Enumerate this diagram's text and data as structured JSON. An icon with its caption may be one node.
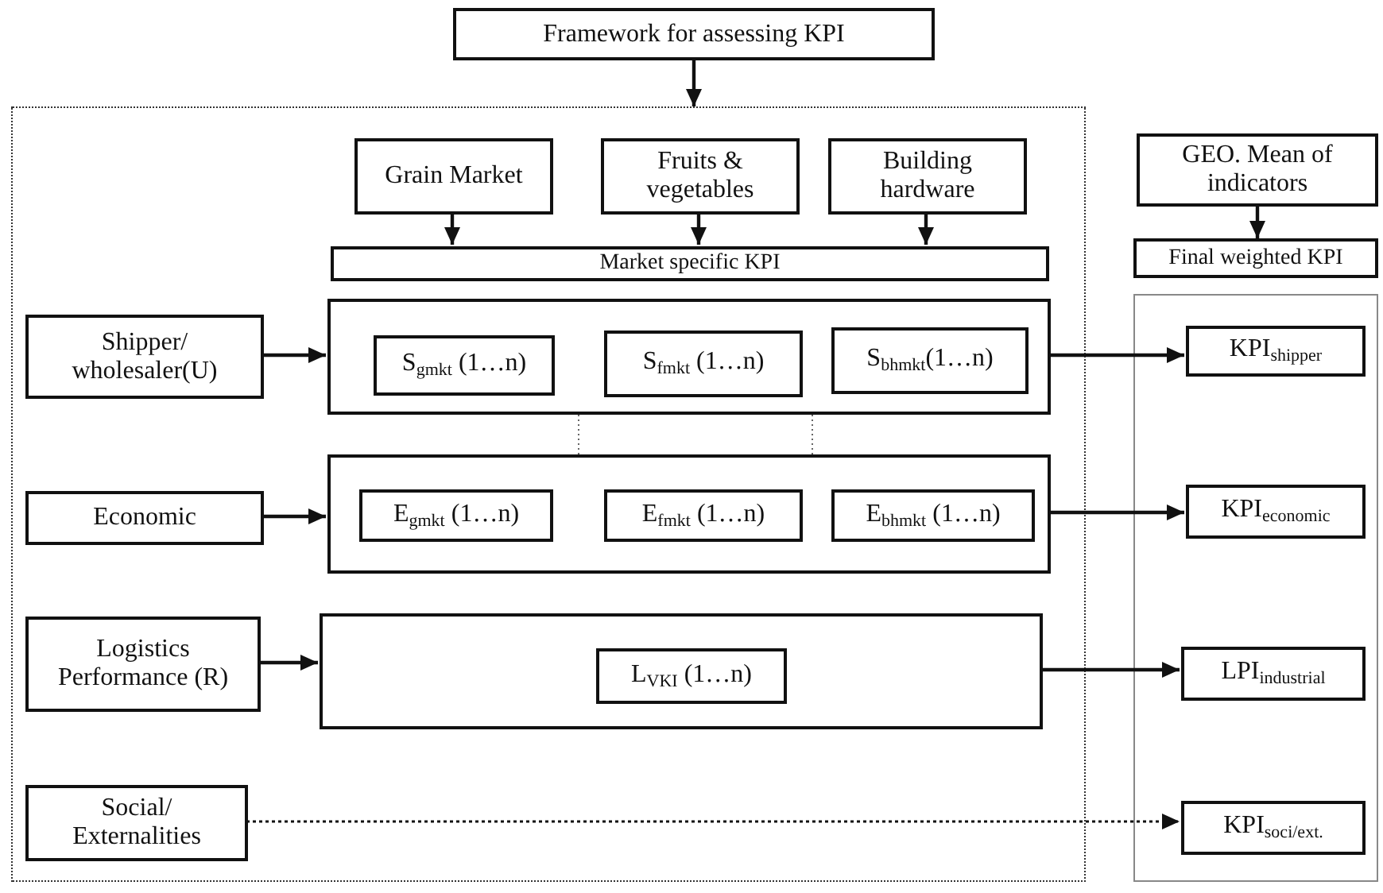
{
  "diagram": {
    "nodes": [
      {
        "text": [
          "Framework for assessing KPI"
        ]
      },
      {
        "text": [],
        "shape": "box"
      },
      {
        "text": [
          "Grain Market"
        ],
        "in": 1
      },
      {
        "text": [
          "Fruits & vegetables"
        ],
        "in": 1
      },
      {
        "text": [
          "Building hardware"
        ],
        "in": 1
      },
      {
        "text": [
          "Market specific KPI"
        ],
        "in": 1
      },
      {
        "text": [
          "Shipper/ wholesaler(U)"
        ],
        "in": 1
      },
      {
        "text": [],
        "shape": "box",
        "in": 1
      },
      {
        "text": [
          "S$_{gmkt}$ (1…n)"
        ],
        "in": 7
      },
      {
        "text": [
          "S$_{fmkt}$ (1…n)"
        ],
        "in": 7
      },
      {
        "text": [
          "S$_{bhmkt}$(1…n)"
        ],
        "in": 7
      },
      {
        "text": [
          "Economic"
        ],
        "in": 1
      },
      {
        "text": [],
        "shape": "box",
        "in": 1
      },
      {
        "text": [
          "E$_{gmkt}$ (1…n)"
        ],
        "in": 12
      },
      {
        "text": [
          "E$_{fmkt}$ (1…n)"
        ],
        "in": 12
      },
      {
        "text": [
          "E$_{bhmkt}$ (1…n)"
        ],
        "in": 12
      },
      {
        "text": [
          "Logistics Performance (R)"
        ],
        "in": 1
      },
      {
        "text": [],
        "shape": "box",
        "in": 1
      },
      {
        "text": [
          "L$_{VKI}$ (1…n)"
        ],
        "in": 17
      },
      {
        "text": [
          "Social/ Externalities"
        ],
        "in": 1
      },
      {
        "text": [
          "GEO. Mean of indicators"
        ]
      },
      {
        "text": [
          "Final weighted KPI"
        ]
      },
      {
        "text": [],
        "shape": "box"
      },
      {
        "text": [
          "KPI$_{shipper}$"
        ],
        "in": 22
      },
      {
        "text": [
          "KPI$_{economic}$"
        ],
        "in": 22
      },
      {
        "text": [
          "LPI$_{industrial}$"
        ],
        "in": 22
      },
      {
        "text": [
          "KPI$_{soci/ext.}$"
        ],
        "in": 22
      }
    ],
    "edges": [
      {
        "from": 0,
        "to": 1,
        "arrow": "to"
      },
      {
        "from": 2,
        "to": 5,
        "arrow": "to"
      },
      {
        "from": 3,
        "to": 5,
        "arrow": "to"
      },
      {
        "from": 4,
        "to": 5,
        "arrow": "to"
      },
      {
        "from": 20,
        "to": 21,
        "arrow": "to"
      },
      {
        "from": 6,
        "to": 7,
        "arrow": "to"
      },
      {
        "from": 11,
        "to": 12,
        "arrow": "to"
      },
      {
        "from": 16,
        "to": 17,
        "arrow": "to"
      },
      {
        "from": 7,
        "to": 23,
        "arrow": "to"
      },
      {
        "from": 12,
        "to": 24,
        "arrow": "to"
      },
      {
        "from": 17,
        "to": 25,
        "arrow": "to"
      },
      {
        "from": 19,
        "to": 26,
        "arrow": "to",
        "style": "dashed"
      }
    ]
  }
}
